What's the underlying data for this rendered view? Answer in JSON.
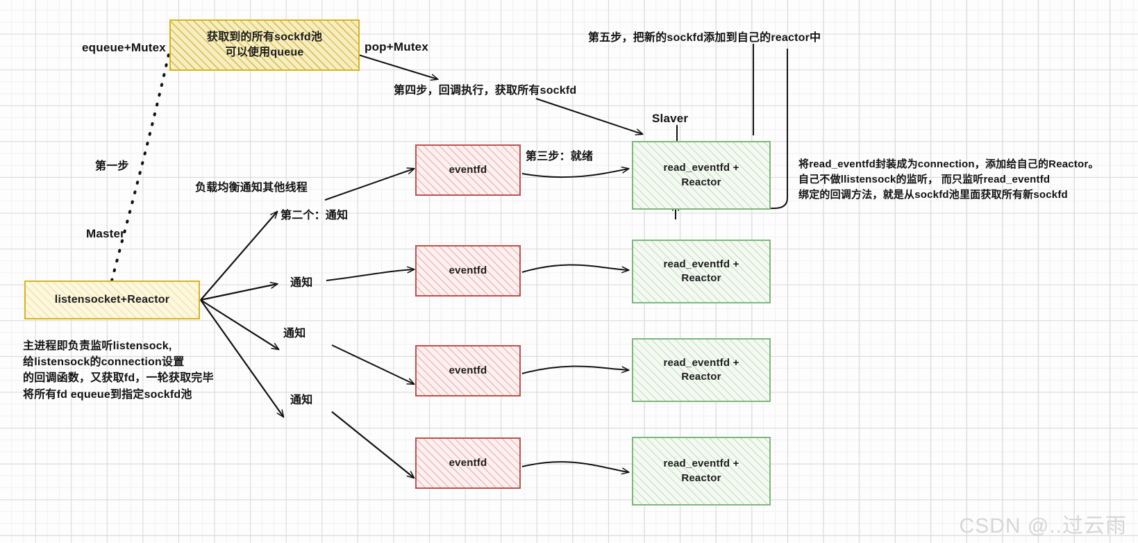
{
  "diagram": {
    "title": "Master-Slave Reactor with eventfd notification",
    "background": {
      "grid": "graph-paper",
      "minor_color": "#f0f0f0",
      "major_color": "#d9d9d9"
    },
    "colors": {
      "yellow_border": "#d6b420",
      "yellow_fill": "#fdf7df",
      "red_border": "#c0504d",
      "red_fill": "#fdf0ef",
      "green_border": "#7cb87c",
      "green_fill": "#f4faf2",
      "line": "#111111",
      "watermark": "#d6d6d6"
    },
    "nodes": {
      "sockfd_pool": {
        "line1": "获取到的所有sockfd池",
        "line2": "可以使用queue"
      },
      "listensocket": "listensocket+Reactor",
      "eventfd_1": "eventfd",
      "eventfd_2": "eventfd",
      "eventfd_3": "eventfd",
      "eventfd_4": "eventfd",
      "reactor_1_line1": "read_eventfd +",
      "reactor_1_line2": "Reactor",
      "reactor_2_line1": "read_eventfd +",
      "reactor_2_line2": "Reactor",
      "reactor_3_line1": "read_eventfd +",
      "reactor_3_line2": "Reactor",
      "reactor_4_line1": "read_eventfd +",
      "reactor_4_line2": "Reactor"
    },
    "labels": {
      "equeue_mutex": "equeue+Mutex",
      "pop_mutex": "pop+Mutex",
      "step_one": "第一步",
      "master": "Master",
      "slaver": "Slaver",
      "step_four": "第四步，回调执行，获取所有sockfd",
      "step_five": "第五步，把新的sockfd添加到自己的reactor中",
      "load_balance": "负载均衡通知其他线程",
      "notify_second": "第二个：通知",
      "notify_1": "通知",
      "notify_2": "通知",
      "notify_3": "通知",
      "step_three": "第三步：就绪",
      "master_note": "主进程即负责监听listensock,\n给listensock的connection设置\n的回调函数，又获取fd，一轮获取完毕\n将所有fd equeue到指定sockfd池",
      "slave_note": "将read_eventfd封装成为connection，添加给自己的Reactor。\n自己不做llistensock的监听， 而只监听read_eventfd\n绑定的回调方法，就是从sockfd池里面获取所有新sockfd"
    },
    "watermark": "CSDN @..过云雨"
  }
}
